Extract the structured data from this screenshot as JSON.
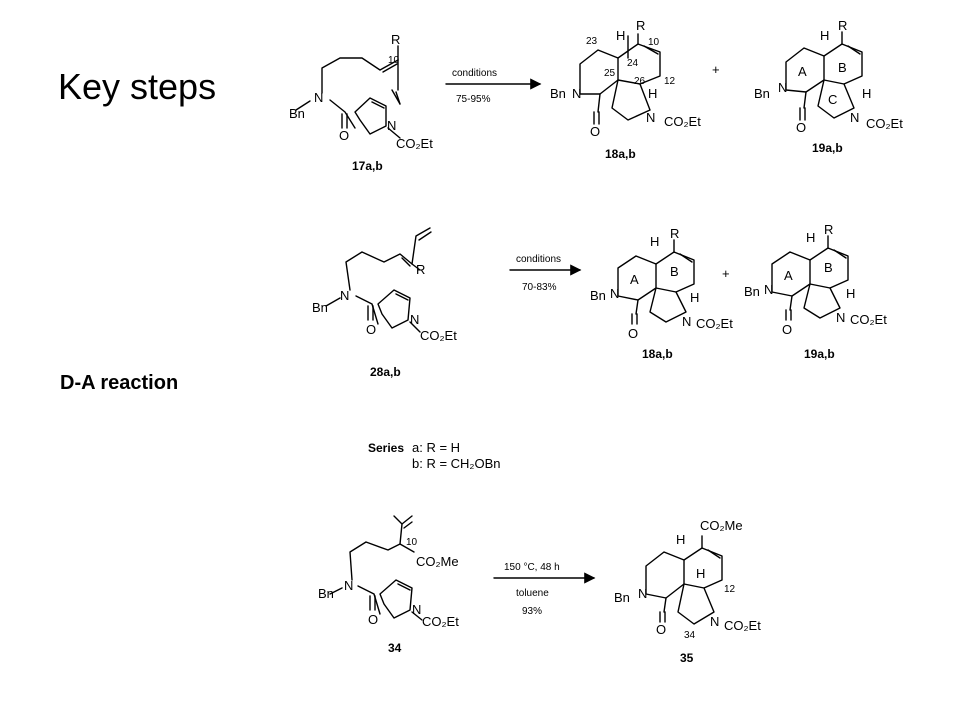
{
  "slide": {
    "title": "Key steps",
    "subtitle": "D-A reaction"
  },
  "scheme1": {
    "reactant_label": "17a,b",
    "arrow_top": "conditions",
    "arrow_bottom": "75-95%",
    "product1_label": "18a,b",
    "product2_label": "19a,b",
    "plus": "+",
    "atoms": {
      "R": "R",
      "Bn": "Bn",
      "N": "N",
      "O": "O",
      "CO2Et": "CO₂Et",
      "H": "H",
      "n10": "10",
      "n23": "23",
      "n24": "24",
      "n25": "25",
      "n26": "26",
      "n12": "12",
      "ringA": "A",
      "ringB": "B",
      "ringC": "C"
    }
  },
  "scheme2": {
    "reactant_label": "28a,b",
    "arrow_top": "conditions",
    "arrow_bottom": "70-83%",
    "product1_label": "18a,b",
    "product2_label": "19a,b",
    "plus": "+"
  },
  "series": {
    "heading": "Series",
    "line_a": "a: R = H",
    "line_b": "b: R = CH₂OBn"
  },
  "scheme3": {
    "reactant_label": "34",
    "arrow_top": "150 °C, 48 h",
    "arrow_middle": "toluene",
    "arrow_bottom": "93%",
    "product_label": "35",
    "ester": "CO₂Me",
    "n10": "10",
    "n12": "12",
    "n34": "34"
  }
}
